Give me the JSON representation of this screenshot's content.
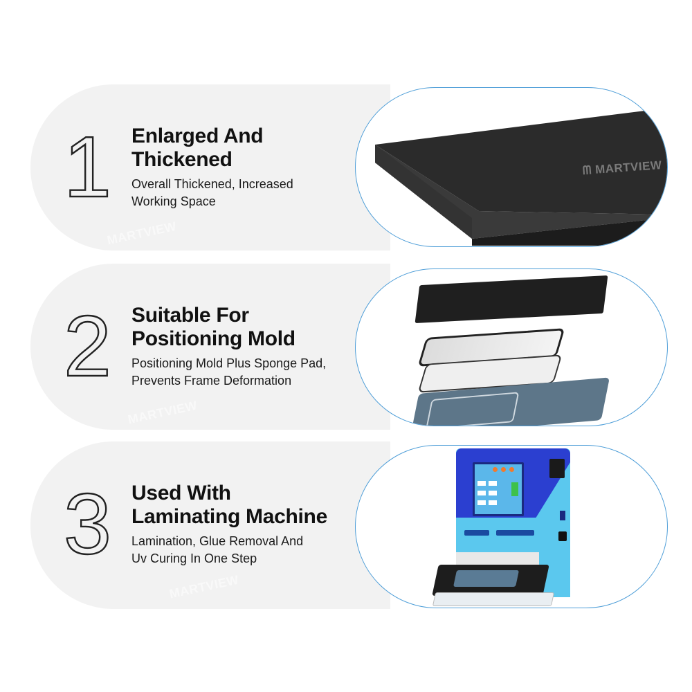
{
  "features": [
    {
      "number": "1",
      "title_line1": "Enlarged And",
      "title_line2": "Thickened",
      "desc_line1": "Overall Thickened, Increased",
      "desc_line2": "Working Space",
      "image": "thick-black-sponge-pad"
    },
    {
      "number": "2",
      "title_line1": "Suitable For",
      "title_line2": "Positioning Mold",
      "desc_line1": "Positioning Mold Plus Sponge Pad,",
      "desc_line2": "Prevents Frame Deformation",
      "image": "exploded-stack-pad-screen-glass-mold"
    },
    {
      "number": "3",
      "title_line1": "Used With",
      "title_line2": "Laminating Machine",
      "desc_line1": "Lamination, Glue Removal And",
      "desc_line2": "Uv Curing In One Step",
      "image": "blue-laminating-machine"
    }
  ],
  "watermark": "MARTVIEW",
  "colors": {
    "pill_grey": "#f2f2f2",
    "photo_outline": "#4e9ed8",
    "machine_blue": "#5bc8ee",
    "machine_dark_blue": "#2b3fd0",
    "mold_blue_grey": "#5d7689"
  }
}
